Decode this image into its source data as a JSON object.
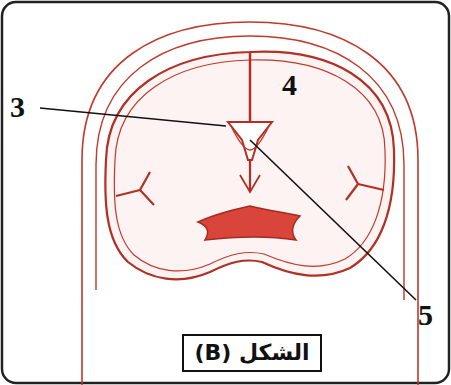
{
  "diagram": {
    "caption": "الشكل (B)",
    "labels": [
      "3",
      "4",
      "5"
    ]
  }
}
